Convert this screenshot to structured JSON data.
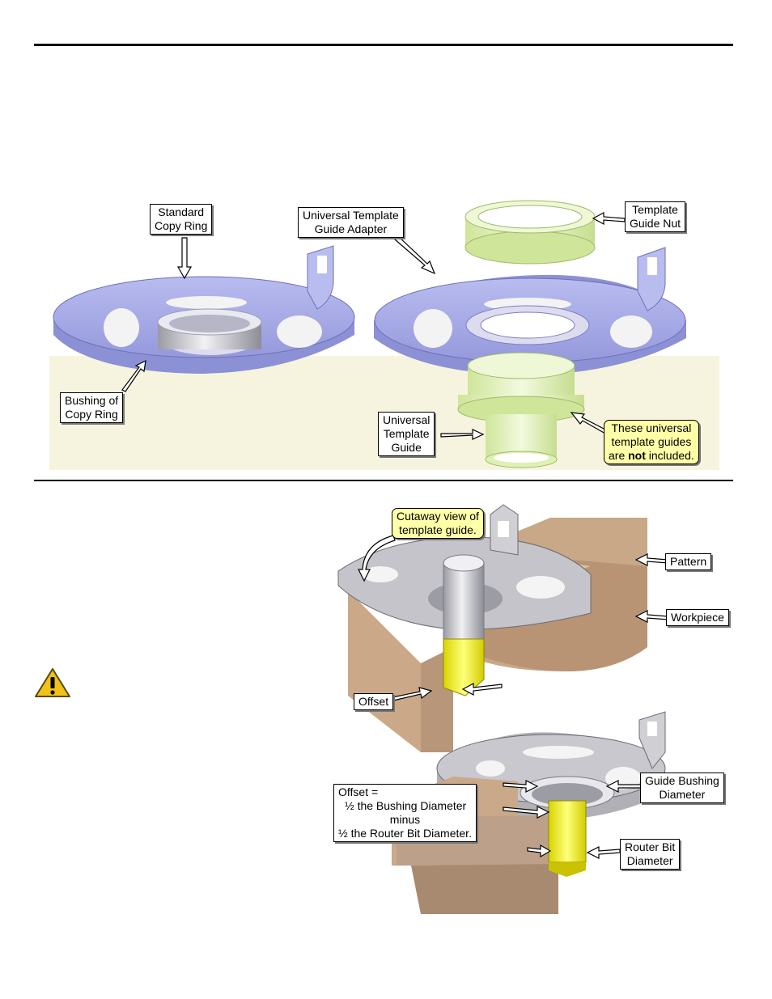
{
  "figure1": {
    "labels": {
      "standard_copy_ring": [
        "Standard",
        "Copy Ring"
      ],
      "universal_adapter": [
        "Universal Template",
        "Guide Adapter"
      ],
      "template_guide_nut": [
        "Template",
        "Guide Nut"
      ],
      "bushing_of_copy_ring": [
        "Bushing of",
        "Copy Ring"
      ],
      "universal_template_guide": [
        "Universal",
        "Template",
        "Guide"
      ],
      "not_included_note": {
        "line1": "These universal",
        "line2": "template guides",
        "line3_pre": "are ",
        "line3_bold": "not",
        "line3_post": " included."
      }
    }
  },
  "figure2": {
    "labels": {
      "cutaway": [
        "Cutaway view of",
        "template guide."
      ],
      "pattern": "Pattern",
      "workpiece": "Workpiece",
      "offset": "Offset"
    }
  },
  "figure3": {
    "labels": {
      "offset_formula": [
        "Offset =",
        "½ the Bushing Diameter",
        "minus",
        "½ the Router Bit Diameter."
      ],
      "guide_bushing_diameter": [
        "Guide Bushing",
        "Diameter"
      ],
      "router_bit_diameter": [
        "Router Bit",
        "Diameter"
      ]
    }
  },
  "colors": {
    "ring_blue": "#a9ace3",
    "ring_blue_dark": "#7b7fc6",
    "guide_green": "#dff0b4",
    "background_beige": "#f6f4df",
    "wood": "#c9a98a",
    "bit_yellow": "#f4f000",
    "plate_gray": "#b4b4b8"
  }
}
